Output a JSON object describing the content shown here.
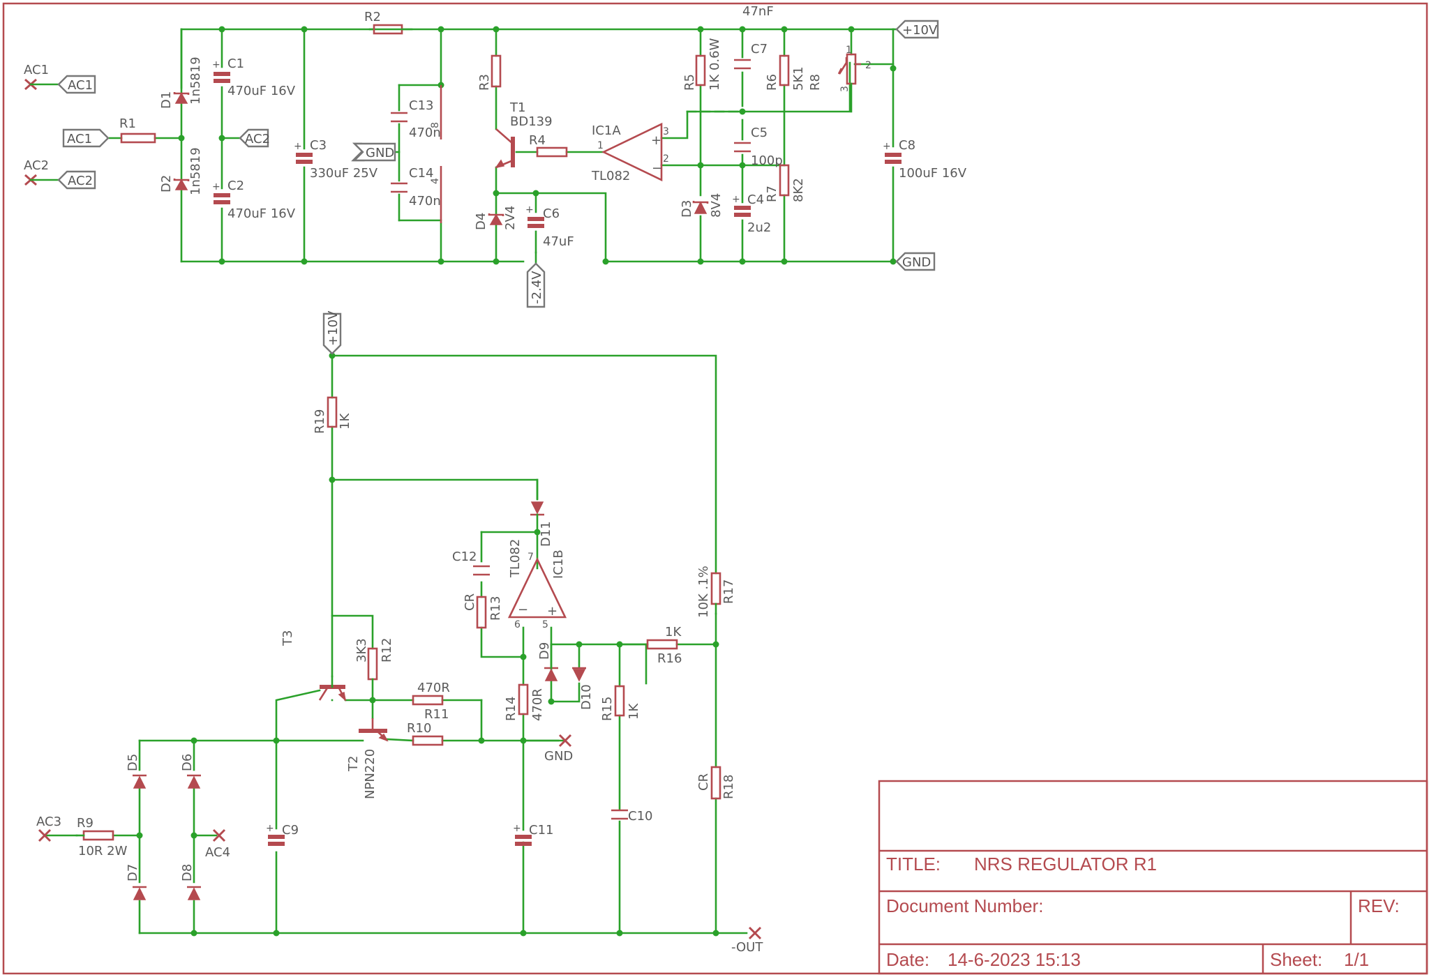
{
  "title_block": {
    "title_label": "TITLE:",
    "title_value": "NRS REGULATOR R1",
    "doc_number_label": "Document Number:",
    "rev_label": "REV:",
    "date_label": "Date:",
    "date_value": "14-6-2023 15:13",
    "sheet_label": "Sheet:",
    "sheet_value": "1/1"
  },
  "net_flags": {
    "ac1": "AC1",
    "ac2": "AC2",
    "gnd": "GND",
    "plus10v": "+10V",
    "minus2v4": "-2.4V"
  },
  "net_labels": {
    "ac1": "AC1",
    "ac2": "AC2",
    "ac3": "AC3",
    "ac4": "AC4",
    "gnd": "GND",
    "out": "-OUT",
    "top_47nf": "47nF"
  },
  "components": {
    "R1": {
      "name": "R1"
    },
    "R2": {
      "name": "R2"
    },
    "R3": {
      "name": "R3"
    },
    "R4": {
      "name": "R4"
    },
    "R5": {
      "name": "R5",
      "value": "1K 0.6W"
    },
    "R6": {
      "name": "R6",
      "value": "5K1"
    },
    "R7": {
      "name": "R7",
      "value": "8K2"
    },
    "R8": {
      "name": "R8"
    },
    "R9": {
      "name": "R9",
      "value": "10R 2W"
    },
    "R10": {
      "name": "R10"
    },
    "R11": {
      "name": "R11",
      "value": "470R"
    },
    "R12": {
      "name": "R12",
      "value": "3K3"
    },
    "R13": {
      "name": "R13",
      "value": "CR"
    },
    "R14": {
      "name": "R14",
      "value": "470R"
    },
    "R15": {
      "name": "R15",
      "value": "1K"
    },
    "R16": {
      "name": "R16",
      "value": "1K"
    },
    "R17": {
      "name": "R17",
      "value": "10K .1%"
    },
    "R18": {
      "name": "R18",
      "value": "CR"
    },
    "R19": {
      "name": "R19",
      "value": "1K"
    },
    "C1": {
      "name": "C1",
      "value": "470uF 16V"
    },
    "C2": {
      "name": "C2",
      "value": "470uF 16V"
    },
    "C3": {
      "name": "C3",
      "value": "330uF 25V"
    },
    "C4": {
      "name": "C4",
      "value": "2u2"
    },
    "C5": {
      "name": "C5",
      "value": "100p"
    },
    "C6": {
      "name": "C6",
      "value": "47uF"
    },
    "C7": {
      "name": "C7"
    },
    "C8": {
      "name": "C8",
      "value": "100uF 16V"
    },
    "C9": {
      "name": "C9"
    },
    "C10": {
      "name": "C10"
    },
    "C11": {
      "name": "C11"
    },
    "C12": {
      "name": "C12"
    },
    "C13": {
      "name": "C13",
      "value": "470n"
    },
    "C14": {
      "name": "C14",
      "value": "470n"
    },
    "D1": {
      "name": "D1",
      "value": "1n5819"
    },
    "D2": {
      "name": "D2",
      "value": "1n5819"
    },
    "D3": {
      "name": "D3",
      "value": "8V4"
    },
    "D4": {
      "name": "D4",
      "value": "2V4"
    },
    "D5": {
      "name": "D5"
    },
    "D6": {
      "name": "D6"
    },
    "D7": {
      "name": "D7"
    },
    "D8": {
      "name": "D8"
    },
    "D9": {
      "name": "D9"
    },
    "D10": {
      "name": "D10"
    },
    "D11": {
      "name": "D11"
    },
    "T1": {
      "name": "T1",
      "value": "BD139"
    },
    "T2": {
      "name": "T2",
      "value": "NPN220"
    },
    "T3": {
      "name": "T3"
    },
    "IC1A": {
      "name": "IC1A",
      "value": "TL082"
    },
    "IC1B": {
      "name": "IC1B",
      "value": "TL082"
    }
  },
  "pin_numbers": {
    "ic1a_out": "1",
    "ic1a_minus": "2",
    "ic1a_plus": "3",
    "ic1b_minus": "6",
    "ic1b_plus": "5",
    "ic1b_out": "7",
    "ic_pwr_8": "8",
    "ic_pwr_4": "4",
    "r8_1": "1",
    "r8_2": "2",
    "r8_3": "3"
  },
  "colors": {
    "wire": "#2aa12a",
    "part": "#b44a4f",
    "text": "#5a5a5a",
    "frame": "#b44a4f"
  }
}
